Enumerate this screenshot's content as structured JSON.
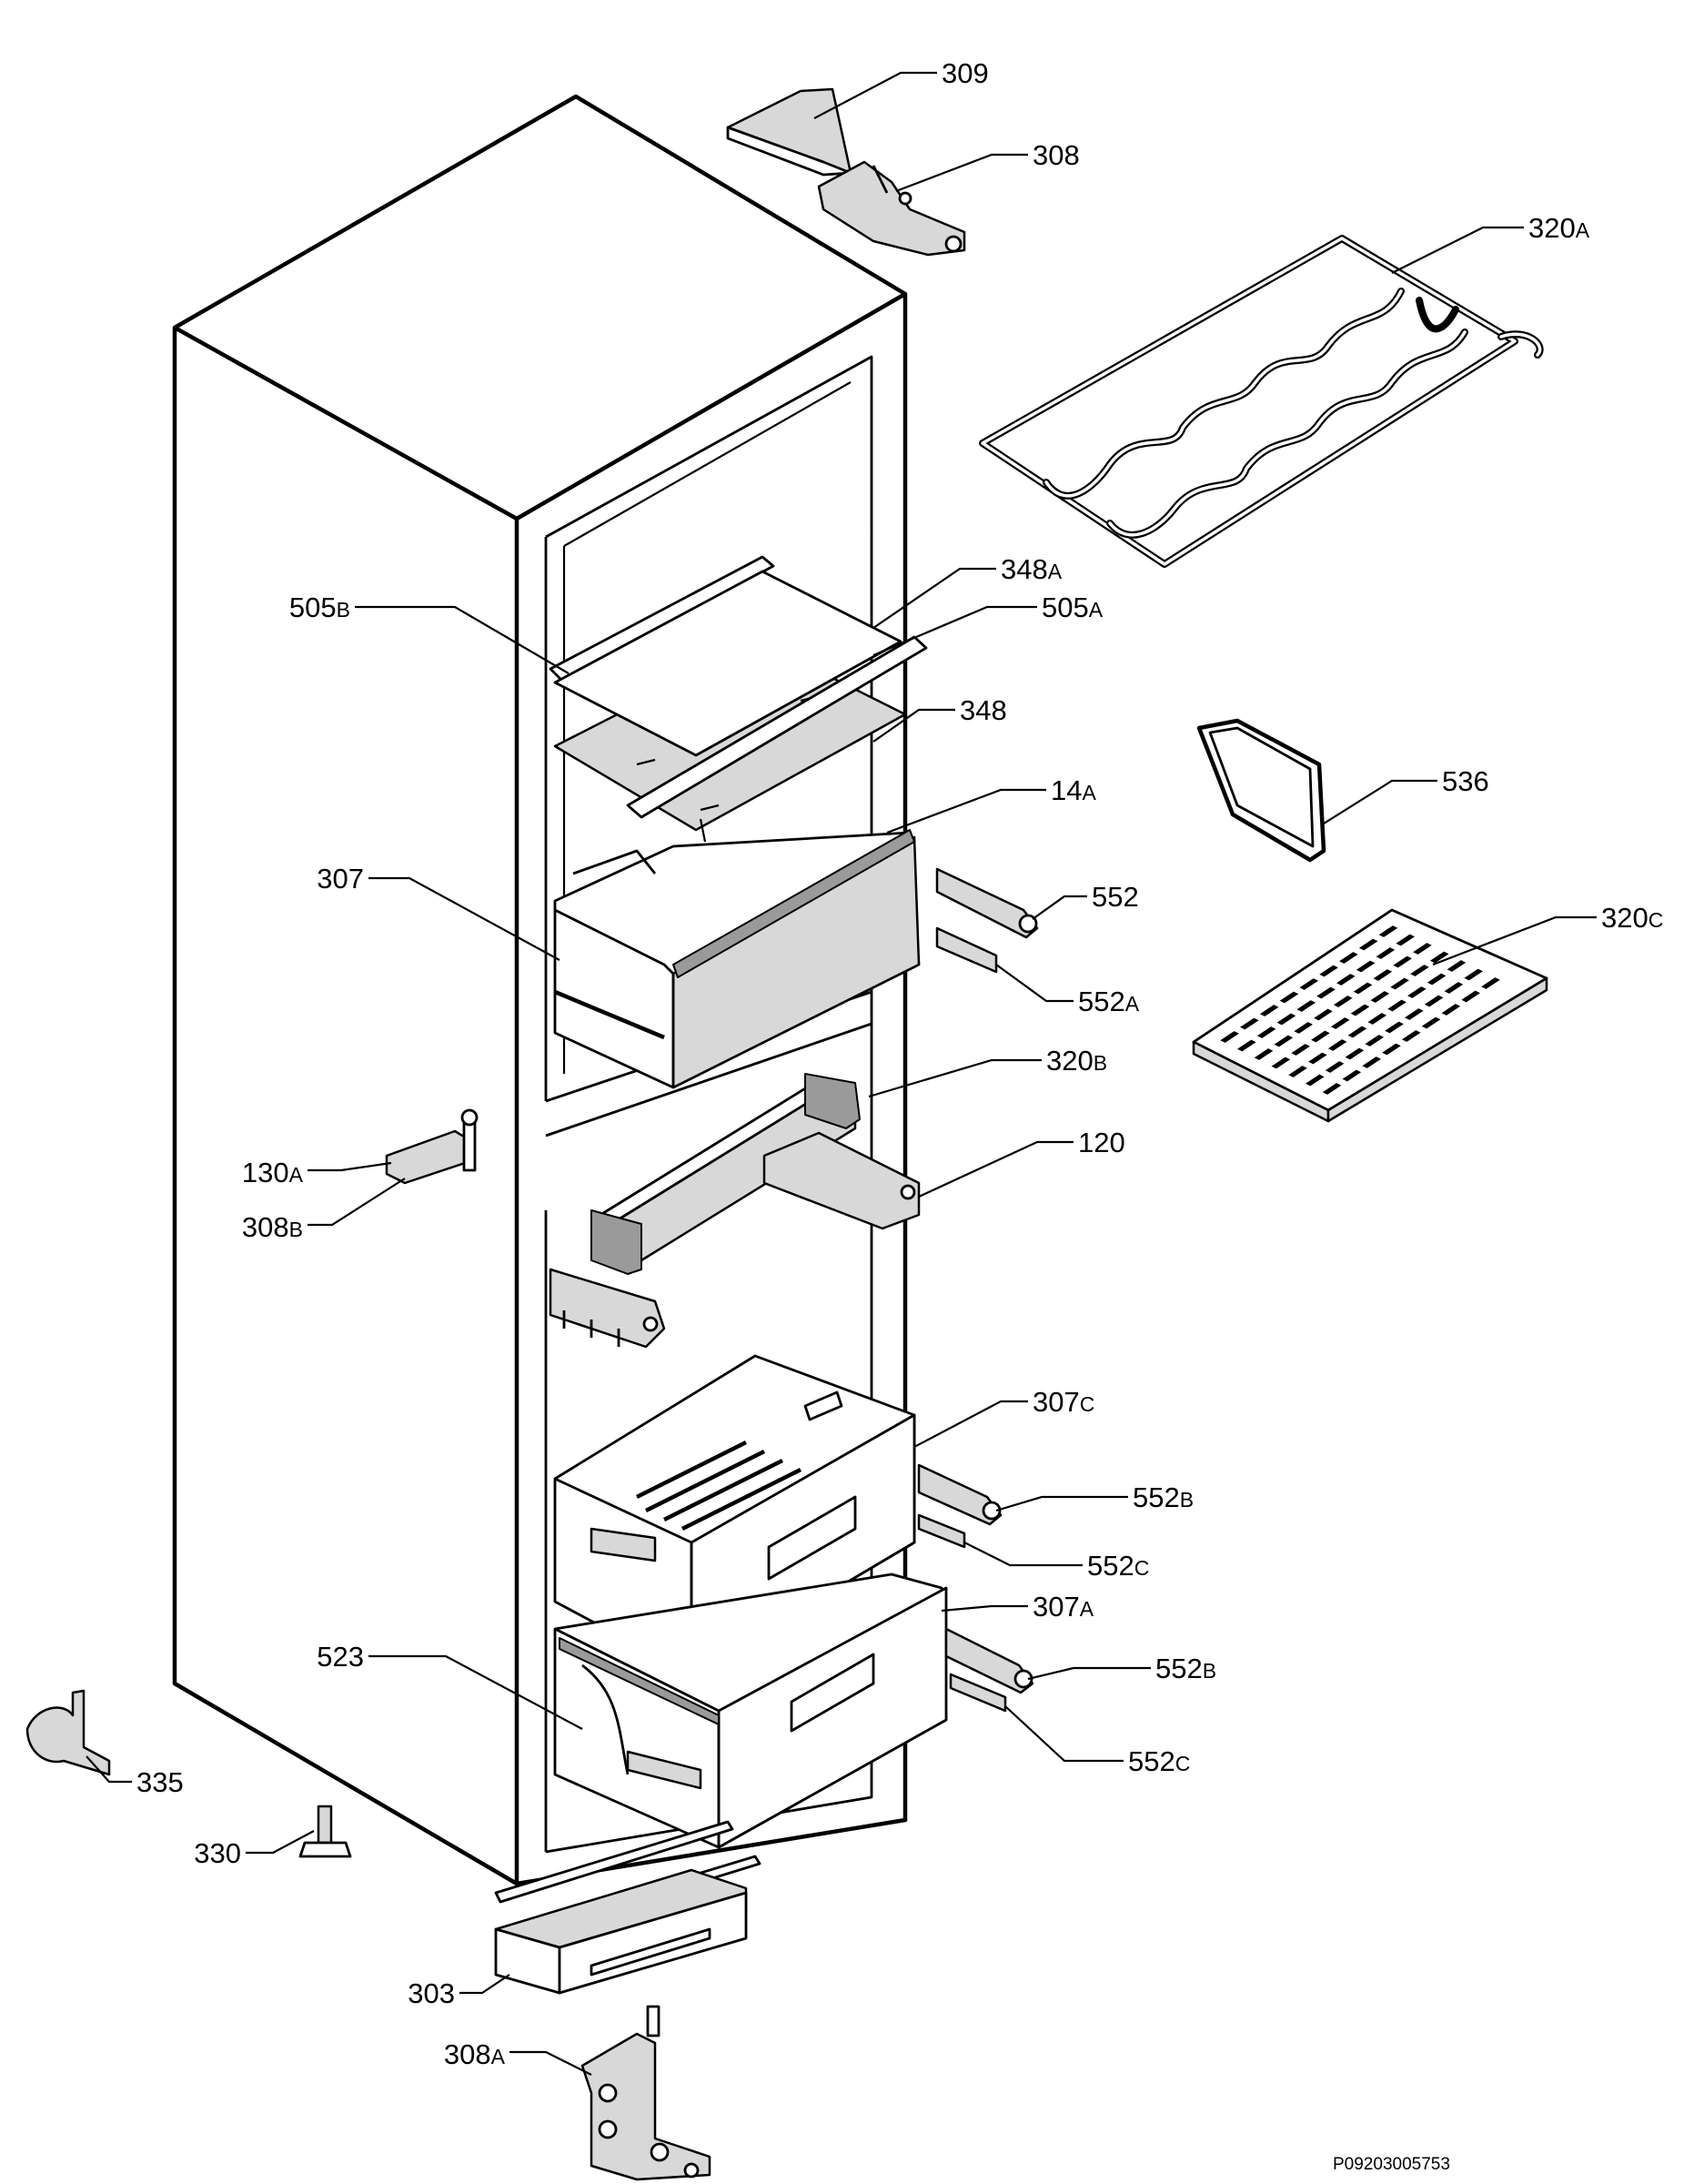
{
  "diagram": {
    "type": "exploded-parts-view",
    "reference_code": "P09203005753",
    "callouts": [
      {
        "id": "309",
        "num": "309",
        "suffix": ""
      },
      {
        "id": "308",
        "num": "308",
        "suffix": ""
      },
      {
        "id": "320a",
        "num": "320",
        "suffix": "A"
      },
      {
        "id": "348a",
        "num": "348",
        "suffix": "A"
      },
      {
        "id": "505b",
        "num": "505",
        "suffix": "B"
      },
      {
        "id": "505a",
        "num": "505",
        "suffix": "A"
      },
      {
        "id": "348",
        "num": "348",
        "suffix": ""
      },
      {
        "id": "536",
        "num": "536",
        "suffix": ""
      },
      {
        "id": "14a",
        "num": "14",
        "suffix": "A"
      },
      {
        "id": "307",
        "num": "307",
        "suffix": ""
      },
      {
        "id": "552",
        "num": "552",
        "suffix": ""
      },
      {
        "id": "320c",
        "num": "320",
        "suffix": "C"
      },
      {
        "id": "552a",
        "num": "552",
        "suffix": "A"
      },
      {
        "id": "320b",
        "num": "320",
        "suffix": "B"
      },
      {
        "id": "120",
        "num": "120",
        "suffix": ""
      },
      {
        "id": "130a",
        "num": "130",
        "suffix": "A"
      },
      {
        "id": "308b",
        "num": "308",
        "suffix": "B"
      },
      {
        "id": "307c",
        "num": "307",
        "suffix": "C"
      },
      {
        "id": "552b-upper",
        "num": "552",
        "suffix": "B"
      },
      {
        "id": "552c-upper",
        "num": "552",
        "suffix": "C"
      },
      {
        "id": "307a",
        "num": "307",
        "suffix": "A"
      },
      {
        "id": "523",
        "num": "523",
        "suffix": ""
      },
      {
        "id": "552b-lower",
        "num": "552",
        "suffix": "B"
      },
      {
        "id": "335",
        "num": "335",
        "suffix": ""
      },
      {
        "id": "552c-lower",
        "num": "552",
        "suffix": "C"
      },
      {
        "id": "330",
        "num": "330",
        "suffix": ""
      },
      {
        "id": "303",
        "num": "303",
        "suffix": ""
      },
      {
        "id": "308a",
        "num": "308",
        "suffix": "A"
      }
    ]
  }
}
